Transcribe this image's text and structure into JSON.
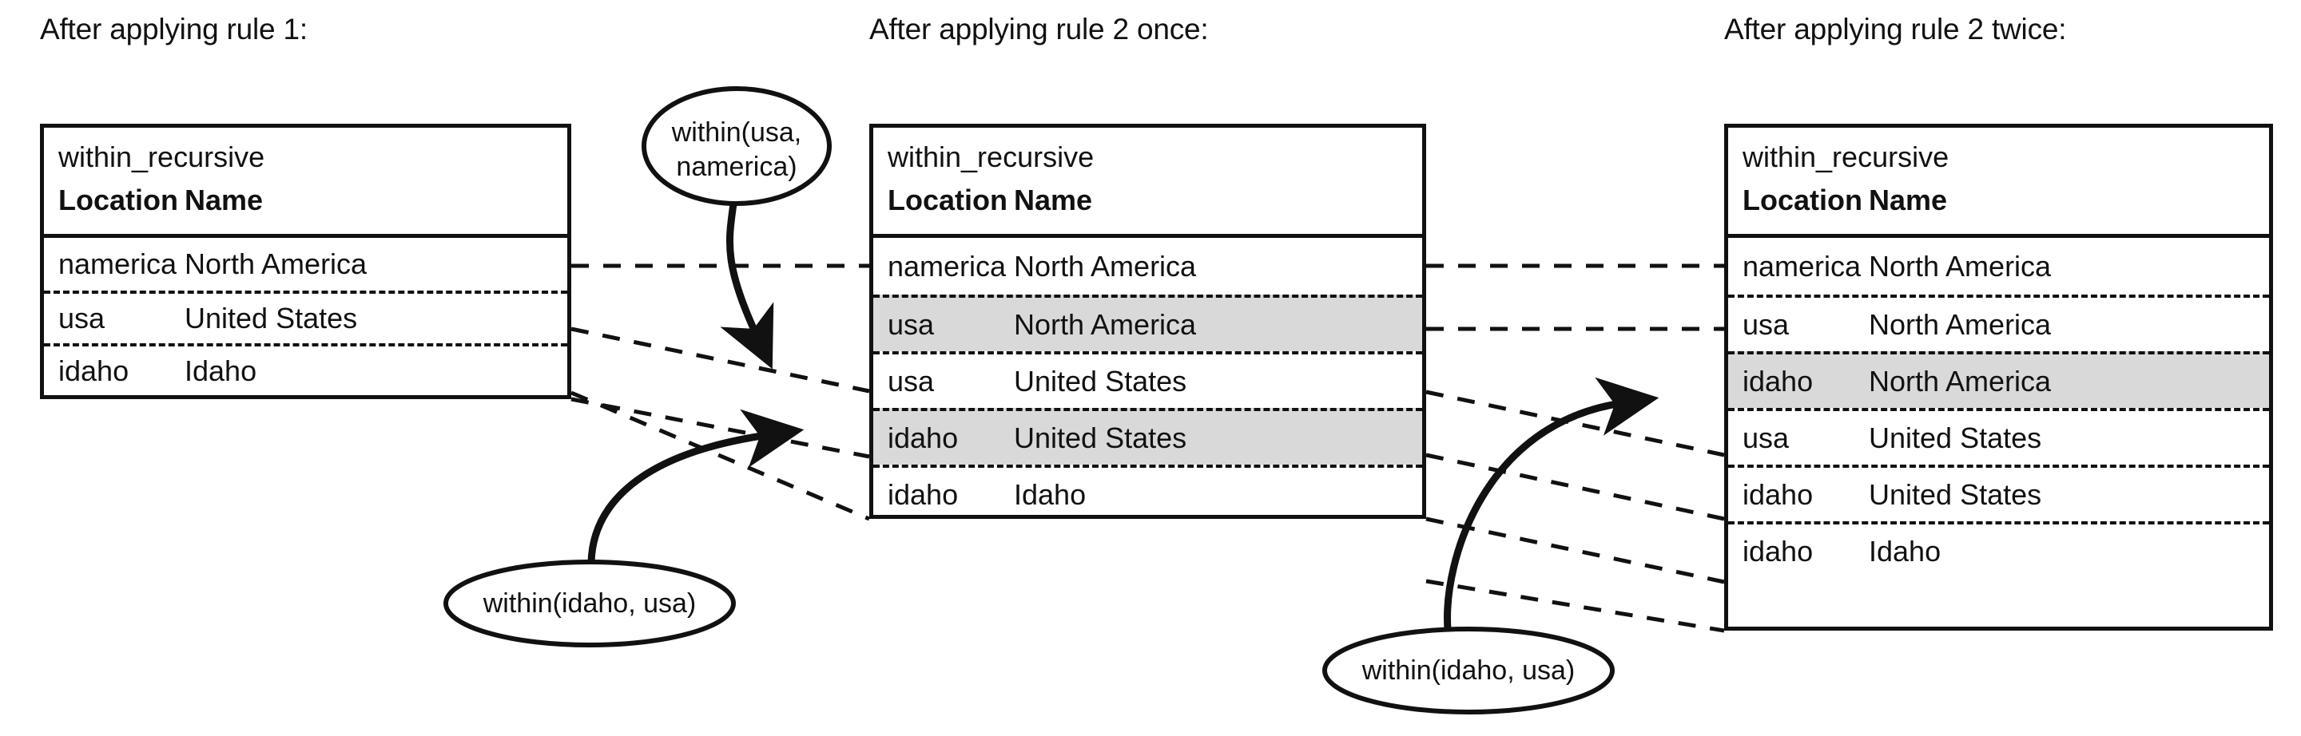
{
  "colors": {
    "ink": "#111111",
    "highlight": "#d9d9d9",
    "background": "#ffffff"
  },
  "panels": [
    {
      "caption": "After applying rule 1:",
      "table_title": "within_recursive",
      "columns": [
        "Location",
        "Name"
      ],
      "rows": [
        {
          "location": "namerica",
          "name": "North America",
          "highlighted": false
        },
        {
          "location": "usa",
          "name": "United States",
          "highlighted": false
        },
        {
          "location": "idaho",
          "name": "Idaho",
          "highlighted": false
        }
      ]
    },
    {
      "caption": "After applying rule 2 once:",
      "table_title": "within_recursive",
      "columns": [
        "Location",
        "Name"
      ],
      "rows": [
        {
          "location": "namerica",
          "name": "North America",
          "highlighted": false
        },
        {
          "location": "usa",
          "name": "North America",
          "highlighted": true
        },
        {
          "location": "usa",
          "name": "United States",
          "highlighted": false
        },
        {
          "location": "idaho",
          "name": "United States",
          "highlighted": true
        },
        {
          "location": "idaho",
          "name": "Idaho",
          "highlighted": false
        }
      ]
    },
    {
      "caption": "After applying rule 2 twice:",
      "table_title": "within_recursive",
      "columns": [
        "Location",
        "Name"
      ],
      "rows": [
        {
          "location": "namerica",
          "name": "North America",
          "highlighted": false
        },
        {
          "location": "usa",
          "name": "North America",
          "highlighted": false
        },
        {
          "location": "idaho",
          "name": "North America",
          "highlighted": true
        },
        {
          "location": "usa",
          "name": "United States",
          "highlighted": false
        },
        {
          "location": "idaho",
          "name": "United States",
          "highlighted": false
        },
        {
          "location": "idaho",
          "name": "Idaho",
          "highlighted": false
        }
      ]
    }
  ],
  "facts": [
    {
      "id": "fact-usa-namerica",
      "line1": "within(usa,",
      "line2": "namerica)",
      "text": "within(usa, namerica)"
    },
    {
      "id": "fact-idaho-usa-left",
      "line1": "within(idaho, usa)",
      "line2": "",
      "text": "within(idaho, usa)"
    },
    {
      "id": "fact-idaho-usa-right",
      "line1": "within(idaho, usa)",
      "line2": "",
      "text": "within(idaho, usa)"
    }
  ]
}
